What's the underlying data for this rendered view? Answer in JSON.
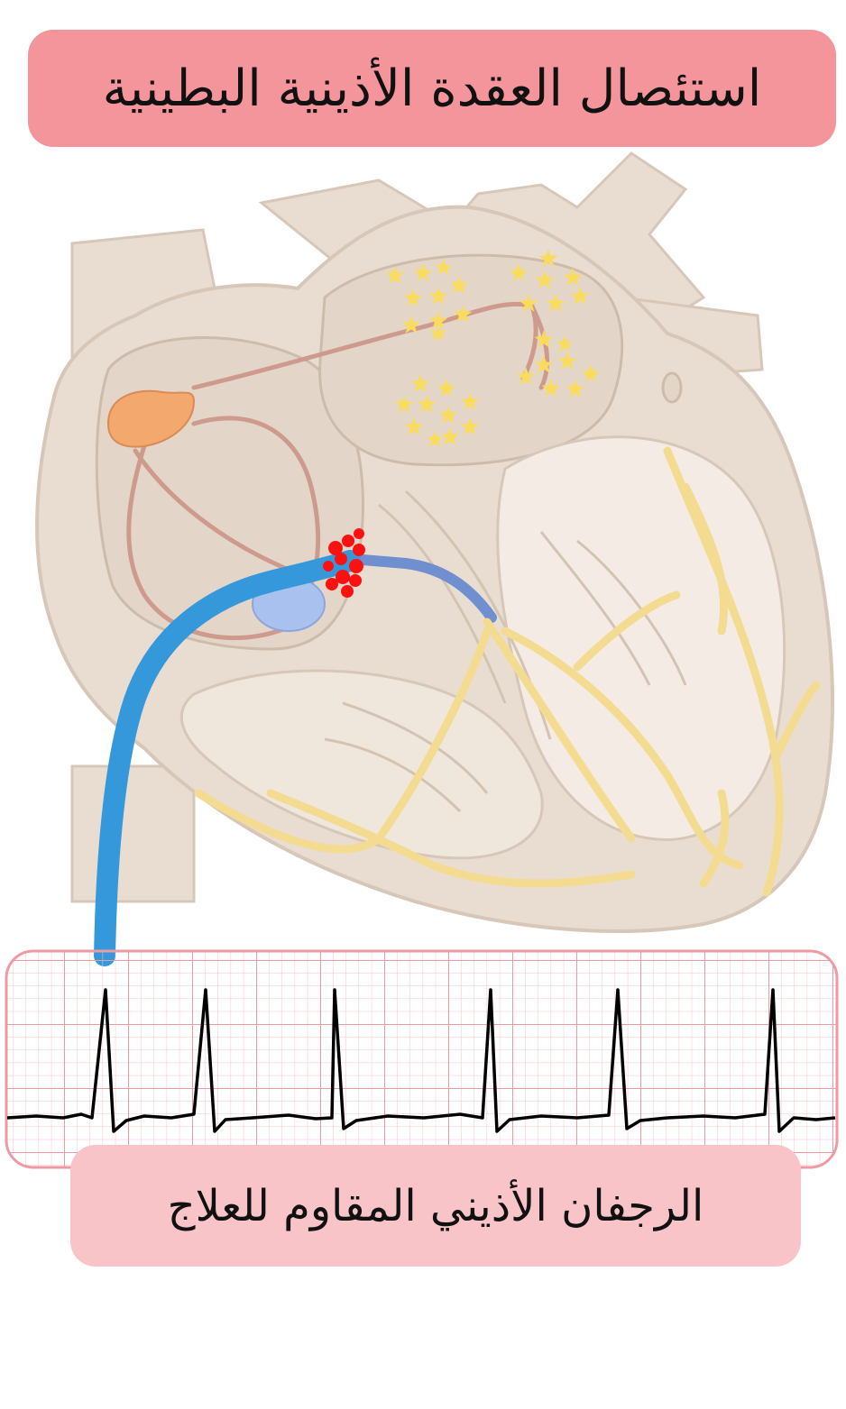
{
  "title": "استئصال العقدة الأذينية البطينية",
  "caption": "الرجفان الأذيني المقاوم للعلاج",
  "colors": {
    "title_bg": "#f4959b",
    "caption_bg": "#f8c4c8",
    "heart_tissue": "#e9ddd1",
    "heart_inner": "#f4ece4",
    "conduction_fibers": "#f3dc92",
    "catheter": "#3498db",
    "ablation_dots": "#ff0000",
    "fibrillation_stars": "#f9dc5c",
    "sa_node": "#f3a86e",
    "ecg_grid": "#f0a0a8",
    "ecg_trace": "#000000"
  },
  "icons": [
    "sa-node",
    "av-node",
    "catheter",
    "ablation-dots",
    "fibrillation-stars",
    "ecg-strip"
  ]
}
